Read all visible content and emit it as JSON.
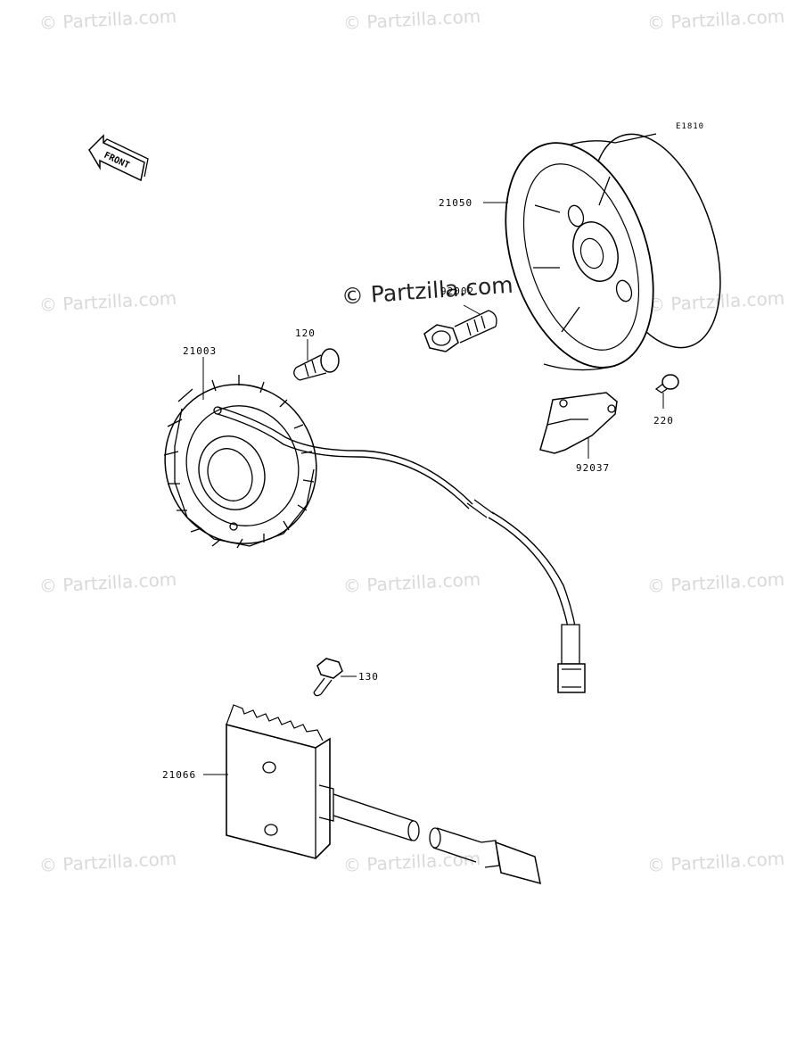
{
  "diagram_code": "E1810",
  "watermark": "© Partzilla.com",
  "center_watermark": "© Partzilla.com",
  "front_arrow_text": "FRONT",
  "parts": {
    "flywheel": "21050",
    "flywheel_bolt": "92002",
    "stator": "21003",
    "stator_bolt": "120",
    "clamp_bolt": "220",
    "clamp": "92037",
    "regulator_bolt": "130",
    "regulator": "21066"
  }
}
